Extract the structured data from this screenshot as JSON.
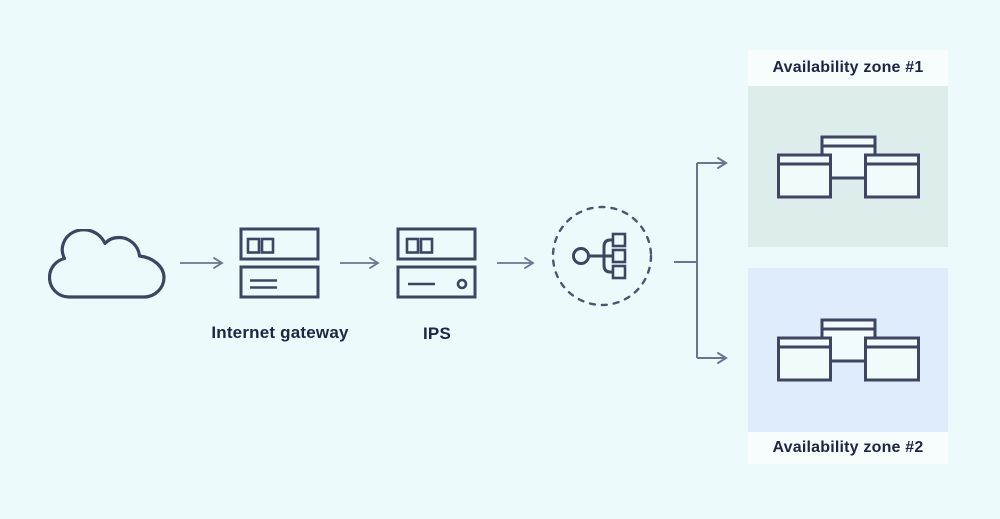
{
  "colors": {
    "page_bg": "#ecfafc",
    "icon_stroke": "#3e4562",
    "text": "#1d2445",
    "connector": "#6b7490",
    "dashed_circle": "#4d5572",
    "zone1_bg": "#dcedeb",
    "zone2_bg": "#deecfb",
    "zone_label_bg": "#f7fdfd",
    "window_fill": "#f1fbfc"
  },
  "nodes": {
    "cloud": {
      "icon": "cloud-icon",
      "label": ""
    },
    "internet_gateway": {
      "icon": "internet-gateway-icon",
      "label": "Internet gateway"
    },
    "ips": {
      "icon": "ips-icon",
      "label": "IPS"
    },
    "load_balancer": {
      "icon": "load-balancer-icon",
      "label": ""
    }
  },
  "zones": [
    {
      "label": "Availability zone #1",
      "icon": "server-cluster-icon",
      "label_position": "top"
    },
    {
      "label": "Availability zone #2",
      "icon": "server-cluster-icon",
      "label_position": "bottom"
    }
  ],
  "flow": [
    "cloud",
    "internet_gateway",
    "ips",
    "load_balancer",
    "availability_zones"
  ]
}
